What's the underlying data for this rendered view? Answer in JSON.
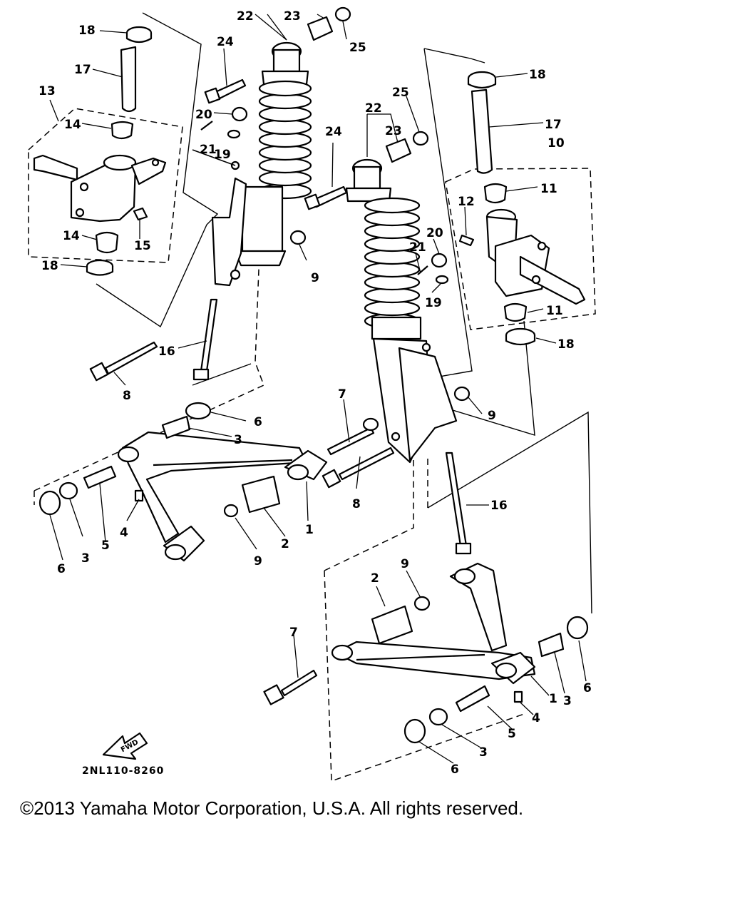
{
  "diagram": {
    "drawing_code": "2NL110-8260",
    "fwd_label": "FWD",
    "copyright": "©2013 Yamaha Motor Corporation, U.S.A. All rights reserved."
  },
  "callouts": {
    "l22": "22",
    "l23": "23",
    "l25": "25",
    "l18a": "18",
    "l17a": "17",
    "l24a": "24",
    "l20a": "20",
    "l21a": "21",
    "l19a": "19",
    "l13": "13",
    "l14a": "14",
    "l14b": "14",
    "l15": "15",
    "l18b": "18",
    "l9a": "9",
    "l16a": "16",
    "l8a": "8",
    "l6a": "6",
    "l3a": "3",
    "l6b": "6",
    "l3b": "3",
    "l5a": "5",
    "l4a": "4",
    "l9b": "9",
    "l2a": "2",
    "l1a": "1",
    "l7a": "7",
    "l8b": "8",
    "r18a": "18",
    "r17": "17",
    "r10": "10",
    "r11a": "11",
    "r12": "12",
    "r11b": "11",
    "r18b": "18",
    "r22": "22",
    "r25": "25",
    "r23": "23",
    "r24": "24",
    "r20": "20",
    "r21": "21",
    "r19": "19",
    "r9a": "9",
    "r16": "16",
    "r2": "2",
    "r9b": "9",
    "r7": "7",
    "r1": "1",
    "r3a": "3",
    "r6a": "6",
    "r4": "4",
    "r5": "5",
    "r3b": "3",
    "r6b": "6"
  }
}
